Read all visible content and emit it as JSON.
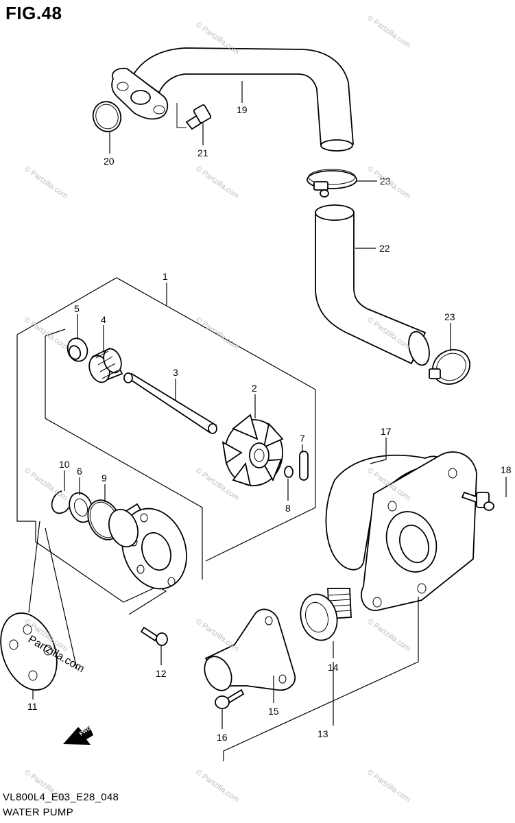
{
  "figure": {
    "title": "FIG.48",
    "code": "VL800L4_E03_E28_048",
    "name": "WATER PUMP"
  },
  "watermark": "© Partzilla.com",
  "brand_mark": "Partzilla.com",
  "fwd_label": "FWD",
  "callouts": [
    "1",
    "2",
    "3",
    "4",
    "5",
    "6",
    "7",
    "8",
    "9",
    "10",
    "11",
    "12",
    "13",
    "14",
    "15",
    "16",
    "17",
    "18",
    "19",
    "20",
    "21",
    "22",
    "23"
  ]
}
